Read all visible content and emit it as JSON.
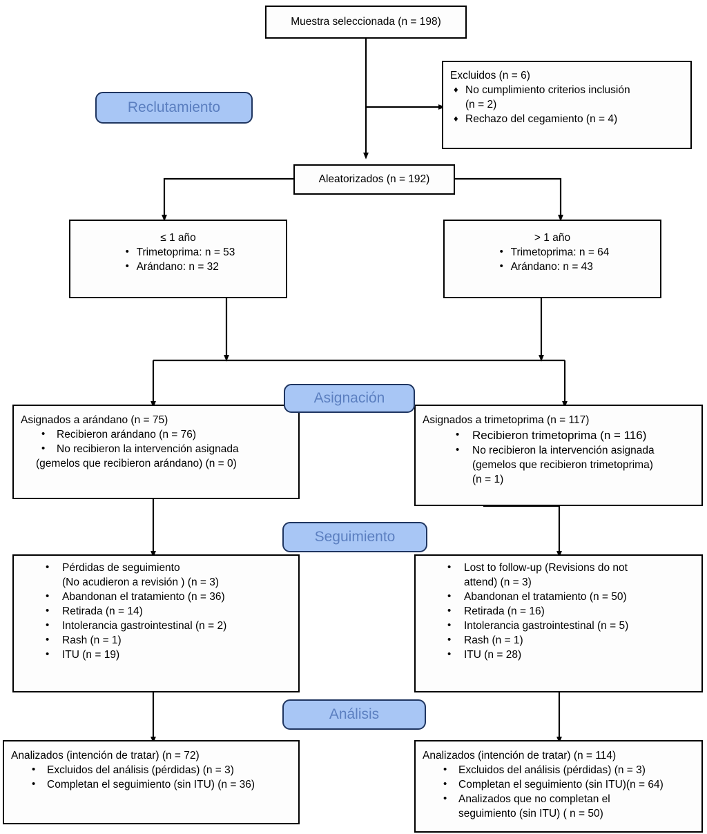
{
  "diagram": {
    "title": "CONSORT flow diagram",
    "colors": {
      "stage_fill": "#a8c6f5",
      "stage_border": "#1f3560",
      "stage_text": "#5b7fc0",
      "box_border": "#000000",
      "box_fill": "#fdfdfd",
      "line": "#000000"
    }
  },
  "stages": {
    "recruitment": "Reclutamiento",
    "allocation": "Asignación",
    "followup": "Seguimiento",
    "analysis": "Análisis"
  },
  "boxes": {
    "selected_sample": {
      "title": "Muestra seleccionada (n = 198)"
    },
    "excluded": {
      "title": "Excluidos (n = 6)",
      "bullet": "diamond",
      "items": [
        "No cumplimiento criterios inclusión",
        "(n = 2)",
        "Rechazo del cegamiento (n = 4)"
      ],
      "item1_line1": "No cumplimiento criterios inclusión",
      "item1_line2": "(n = 2)",
      "item2": "Rechazo del cegamiento (n = 4)"
    },
    "randomized": {
      "title": "Aleatorizados (n = 192)"
    },
    "age_le1": {
      "title": "≤ 1 año",
      "item1": "Trimetoprima: n = 53",
      "item2": "Arándano: n = 32"
    },
    "age_gt1": {
      "title": "> 1 año",
      "item1": "Trimetoprima: n = 64",
      "item2": "Arándano: n = 43"
    },
    "alloc_cranberry": {
      "title": "Asignados a arándano (n = 75)",
      "item1": "Recibieron arándano (n = 76)",
      "item2_line1": "No recibieron la intervención asignada",
      "item2_line2": "(gemelos que recibieron arándano) (n = 0)"
    },
    "alloc_trimethoprim": {
      "title": "Asignados a trimetoprima (n = 117)",
      "item1": "Recibieron trimetoprima (n = 116)",
      "item2_line1": "No recibieron la intervención asignada",
      "item2_line2": "(gemelos que recibieron trimetoprima)",
      "item2_line3": "(n = 1)"
    },
    "followup_cranberry": {
      "item1_line1": "Pérdidas de seguimiento",
      "item1_line2": "(No acudieron a revisión ) (n = 3)",
      "item2": "Abandonan el tratamiento (n = 36)",
      "item3": "Retirada (n = 14)",
      "item4": "Intolerancia gastrointestinal (n = 2)",
      "item5": "Rash (n = 1)",
      "item6": "ITU (n = 19)"
    },
    "followup_trimethoprim": {
      "item1_line1": "Lost to follow-up (Revisions do not",
      "item1_line2": "attend) (n = 3)",
      "item2": "Abandonan el tratamiento (n = 50)",
      "item3": "Retirada (n = 16)",
      "item4": "Intolerancia gastrointestinal (n = 5)",
      "item5": "Rash (n = 1)",
      "item6": "ITU (n = 28)"
    },
    "analysis_cranberry": {
      "title": "Analizados (intención de tratar) (n = 72)",
      "item1": "Excluidos del análisis (pérdidas) (n = 3)",
      "item2": "Completan el seguimiento (sin ITU) (n = 36)"
    },
    "analysis_trimethoprim": {
      "title": "Analizados (intención de tratar) (n = 114)",
      "item1": "Excluidos del análisis (pérdidas) (n = 3)",
      "item2": "Completan el seguimiento (sin ITU)(n = 64)",
      "item3_line1": "Analizados que no completan el",
      "item3_line2": "seguimiento (sin ITU) ( n = 50)"
    }
  }
}
